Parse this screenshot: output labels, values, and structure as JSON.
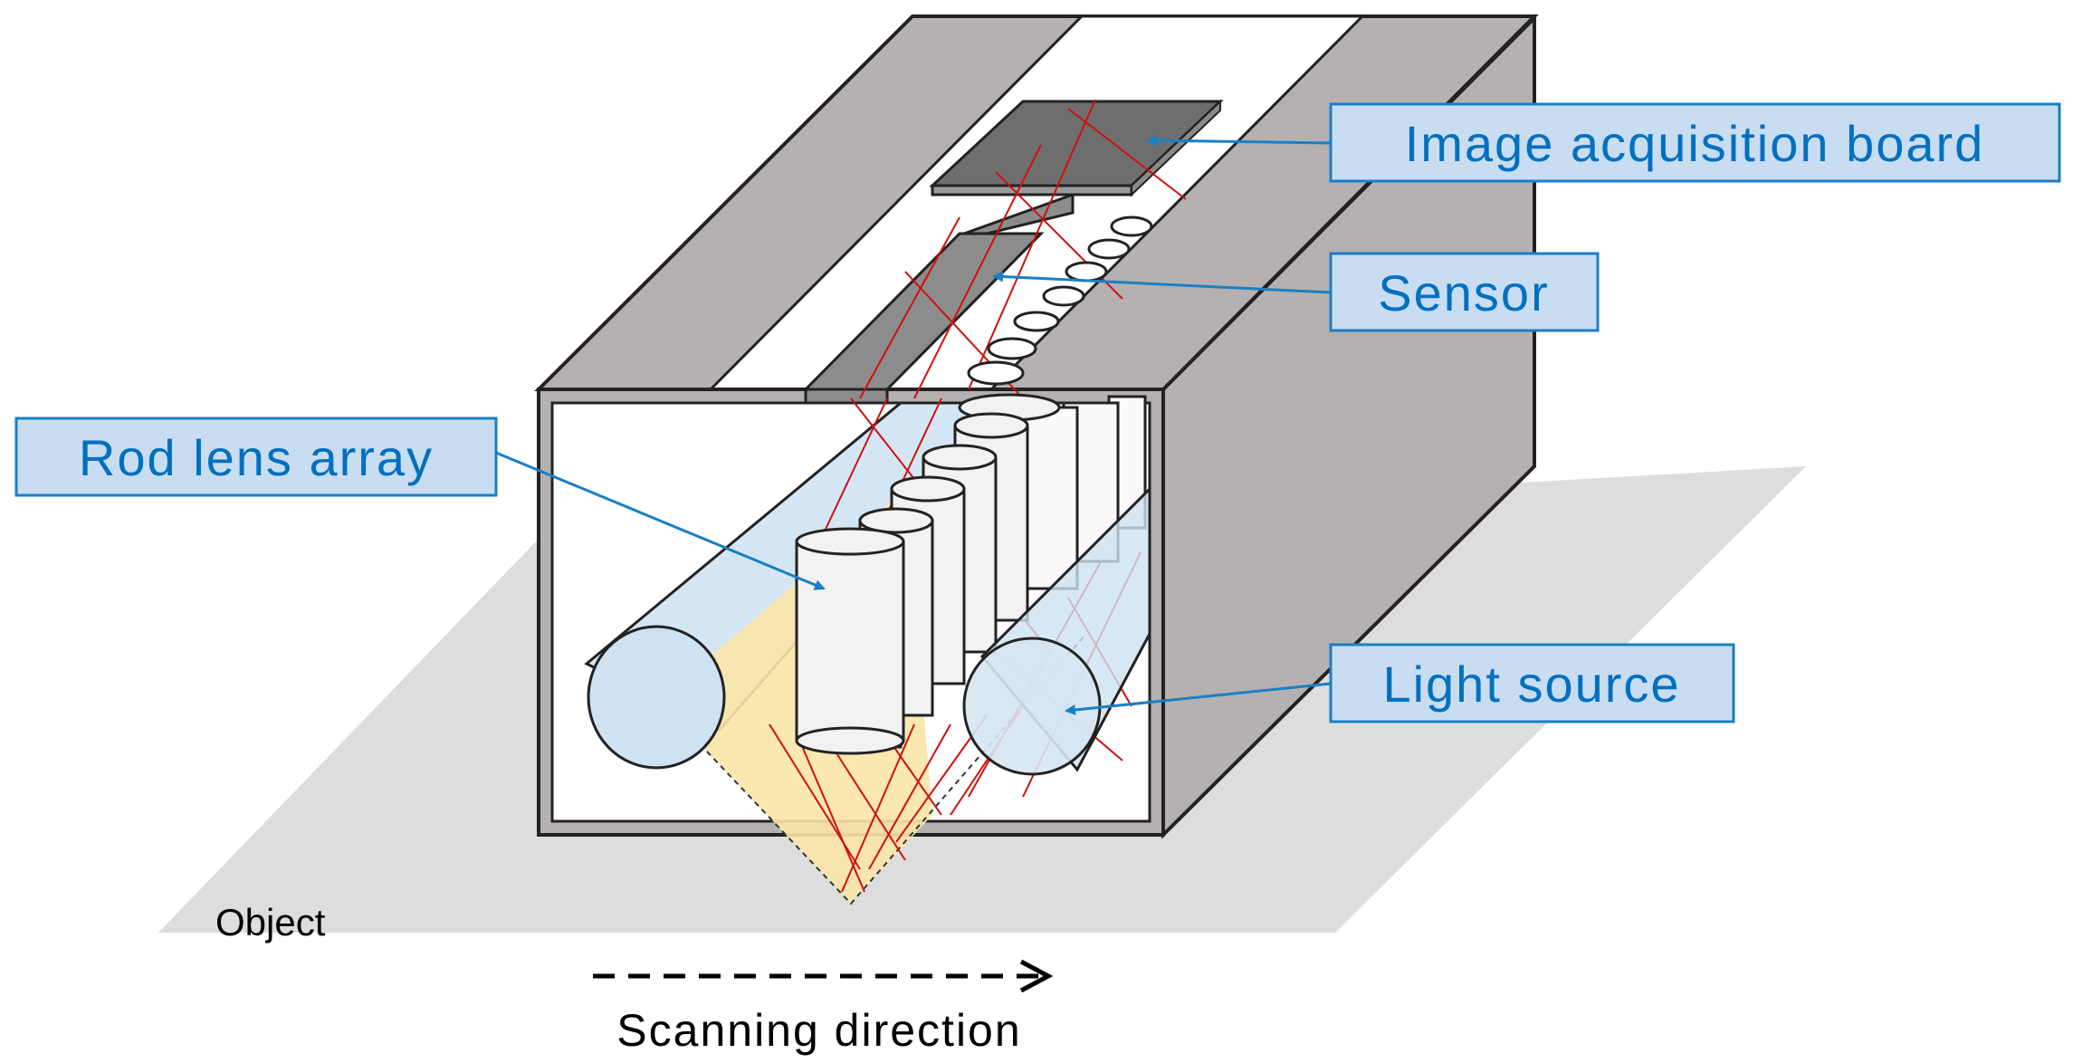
{
  "labels": {
    "image_board": "Image acquisition board",
    "sensor": "Sensor",
    "rod_lens": "Rod lens array",
    "light_source": "Light source",
    "object": "Object",
    "scanning": "Scanning direction"
  },
  "colors": {
    "housing_gray": "#B5B1B0",
    "callout_fill": "#C9DDF2",
    "callout_stroke": "#1A7FC4",
    "callout_text": "#0070C0",
    "ray_red": "#D01010",
    "light_blue": "#CDE2F2",
    "light_yellow": "#FBE6A8",
    "object_plane": "#DDDDDD"
  }
}
